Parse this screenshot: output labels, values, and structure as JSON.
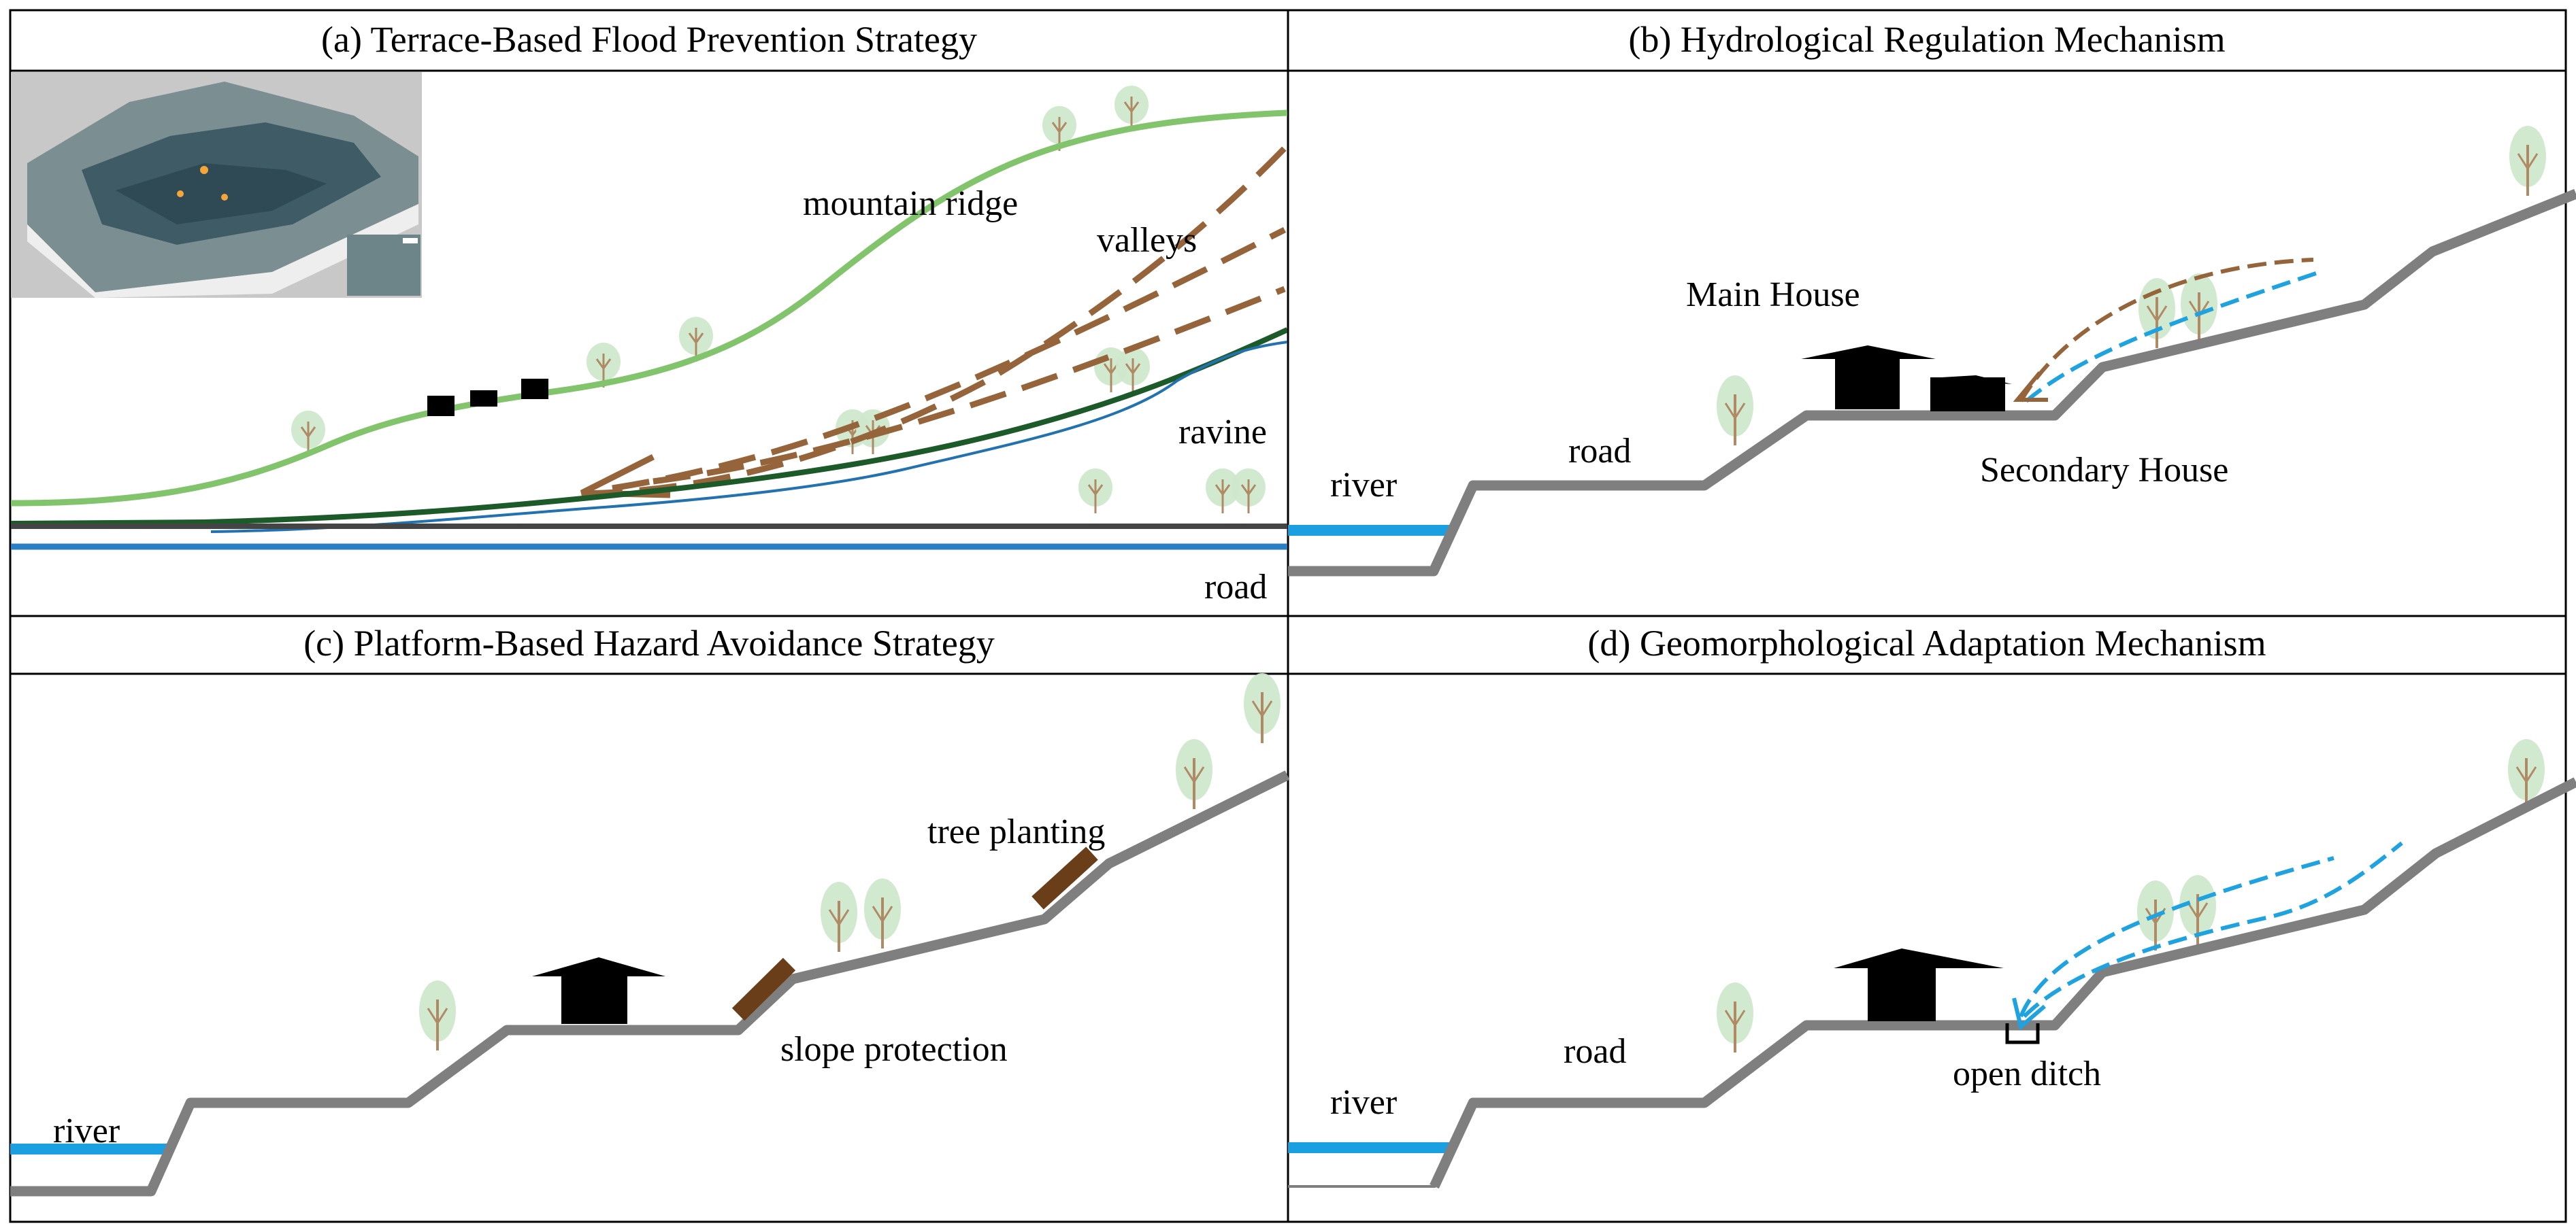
{
  "panels": {
    "a": {
      "title": "(a) Terrace-Based Flood Prevention Strategy",
      "labels": {
        "mountain_ridge": "mountain ridge",
        "valleys": "valleys",
        "ravine": "ravine",
        "road": "road"
      }
    },
    "b": {
      "title": "(b) Hydrological Regulation Mechanism",
      "labels": {
        "main_house": "Main House",
        "road": "road",
        "river": "river",
        "secondary_house": "Secondary House"
      }
    },
    "c": {
      "title": "(c) Platform-Based Hazard Avoidance Strategy",
      "labels": {
        "tree_planting": "tree planting",
        "slope_protection": "slope protection",
        "river": "river"
      }
    },
    "d": {
      "title": "(d) Geomorphological Adaptation Mechanism",
      "labels": {
        "road": "road",
        "river": "river",
        "open_ditch": "open ditch"
      }
    }
  },
  "colors": {
    "ridge": "#82c46c",
    "valley_arrow": "#96643a",
    "ravine_green": "#1c5a2a",
    "ravine_blue": "#2272b0",
    "road_line": "#444444",
    "river": "#1aa0e0",
    "terrain": "#7f7f7f",
    "house": "#000000",
    "tree_crown": "#c9e4c6",
    "tree_trunk": "#b08a65",
    "slope_protection": "#6b3e1a",
    "water_flow": "#1fa2e0"
  }
}
